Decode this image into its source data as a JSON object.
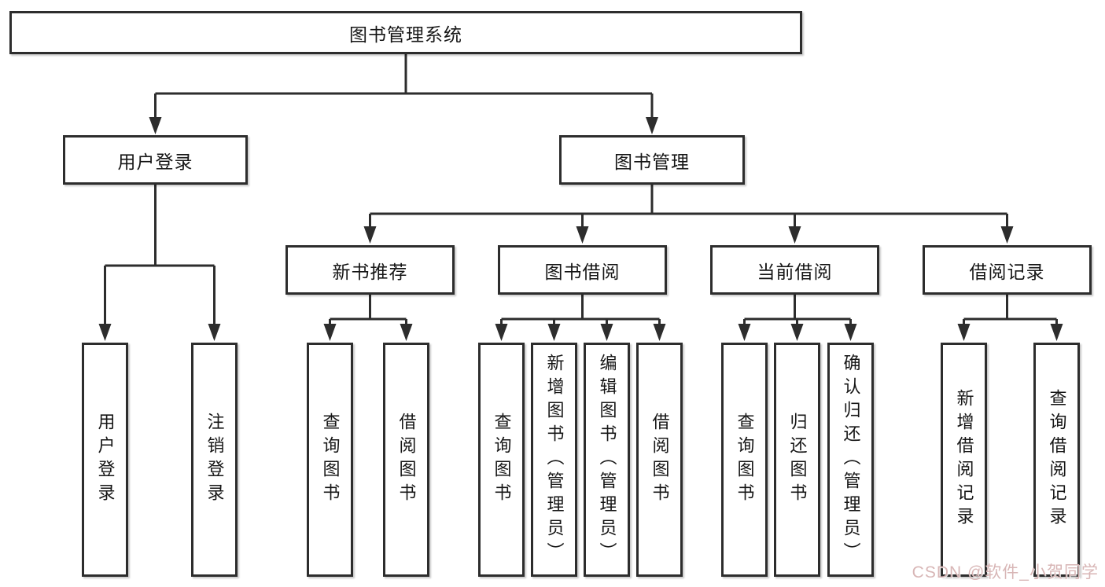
{
  "diagram": {
    "root": {
      "label": "图书管理系统"
    },
    "user_login": {
      "label": "用户登录",
      "children": [
        {
          "label": "用户登录"
        },
        {
          "label": "注销登录"
        }
      ]
    },
    "book_mgmt": {
      "label": "图书管理",
      "children": [
        {
          "label": "新书推荐",
          "children": [
            {
              "label": "查询图书"
            },
            {
              "label": "借阅图书"
            }
          ]
        },
        {
          "label": "图书借阅",
          "children": [
            {
              "label": "查询图书"
            },
            {
              "label": "新增图书（管理员）"
            },
            {
              "label": "编辑图书（管理员）"
            },
            {
              "label": "借阅图书"
            }
          ]
        },
        {
          "label": "当前借阅",
          "children": [
            {
              "label": "查询图书"
            },
            {
              "label": "归还图书"
            },
            {
              "label": "确认归还（管理员）"
            }
          ]
        },
        {
          "label": "借阅记录",
          "children": [
            {
              "label": "新增借阅记录"
            },
            {
              "label": "查询借阅记录"
            }
          ]
        }
      ]
    }
  },
  "watermark": {
    "text": "CSDN @软件_小贺同学"
  },
  "colors": {
    "line": "#2d2d2d",
    "box_border": "#2d2d2d",
    "box_bg": "#ffffff",
    "text": "#161616",
    "watermark": "#d6b2b2"
  }
}
